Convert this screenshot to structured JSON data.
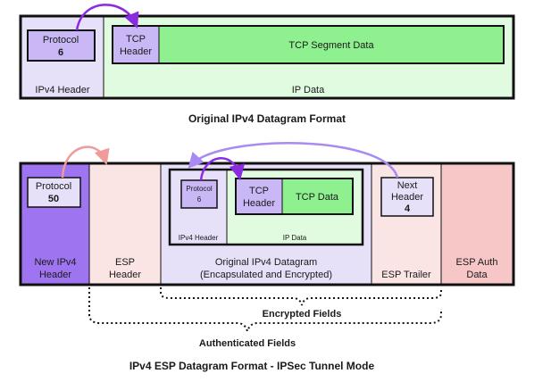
{
  "original": {
    "protocol_label": "Protocol",
    "protocol_value": "6",
    "ipv4_header": "IPv4 Header",
    "tcp_header_l1": "TCP",
    "tcp_header_l2": "Header",
    "tcp_segment_data": "TCP Segment Data",
    "ip_data": "IP Data",
    "caption": "Original IPv4 Datagram Format"
  },
  "esp": {
    "protocol_label": "Protocol",
    "protocol_value": "50",
    "new_ipv4_l1": "New IPv4",
    "new_ipv4_l2": "Header",
    "esp_header_l1": "ESP",
    "esp_header_l2": "Header",
    "inner_protocol_label": "Protocol",
    "inner_protocol_value": "6",
    "inner_ipv4_header": "IPv4 Header",
    "inner_tcp_l1": "TCP",
    "inner_tcp_l2": "Header",
    "inner_tcp_data": "TCP Data",
    "inner_ip_data": "IP Data",
    "orig_datagram_l1": "Original IPv4 Datagram",
    "orig_datagram_l2": "(Encapsulated and Encrypted)",
    "next_header_l1": "Next",
    "next_header_l2": "Header",
    "next_header_value": "4",
    "esp_trailer": "ESP Trailer",
    "esp_auth_l1": "ESP Auth",
    "esp_auth_l2": "Data",
    "encrypted_fields": "Encrypted Fields",
    "authenticated_fields": "Authenticated Fields",
    "caption": "IPv4 ESP Datagram Format - IPSec Tunnel Mode"
  },
  "colors": {
    "ipv4_header": "#e6e0f8",
    "ip_data": "#e0fbe0",
    "protocol_box": "#c9b8f5",
    "tcp_header": "#c9b8f5",
    "tcp_data": "#8ef08e",
    "new_ipv4_header": "#9f74f0",
    "esp_header": "#fbe4e4",
    "orig_datagram": "#e6e0f8",
    "esp_trailer": "#fbe4e4",
    "esp_auth": "#f7c6c6",
    "arrow_purple": "#8a2be2",
    "arrow_pink": "#f09a9a",
    "arrow_lavender": "#a88af0"
  }
}
